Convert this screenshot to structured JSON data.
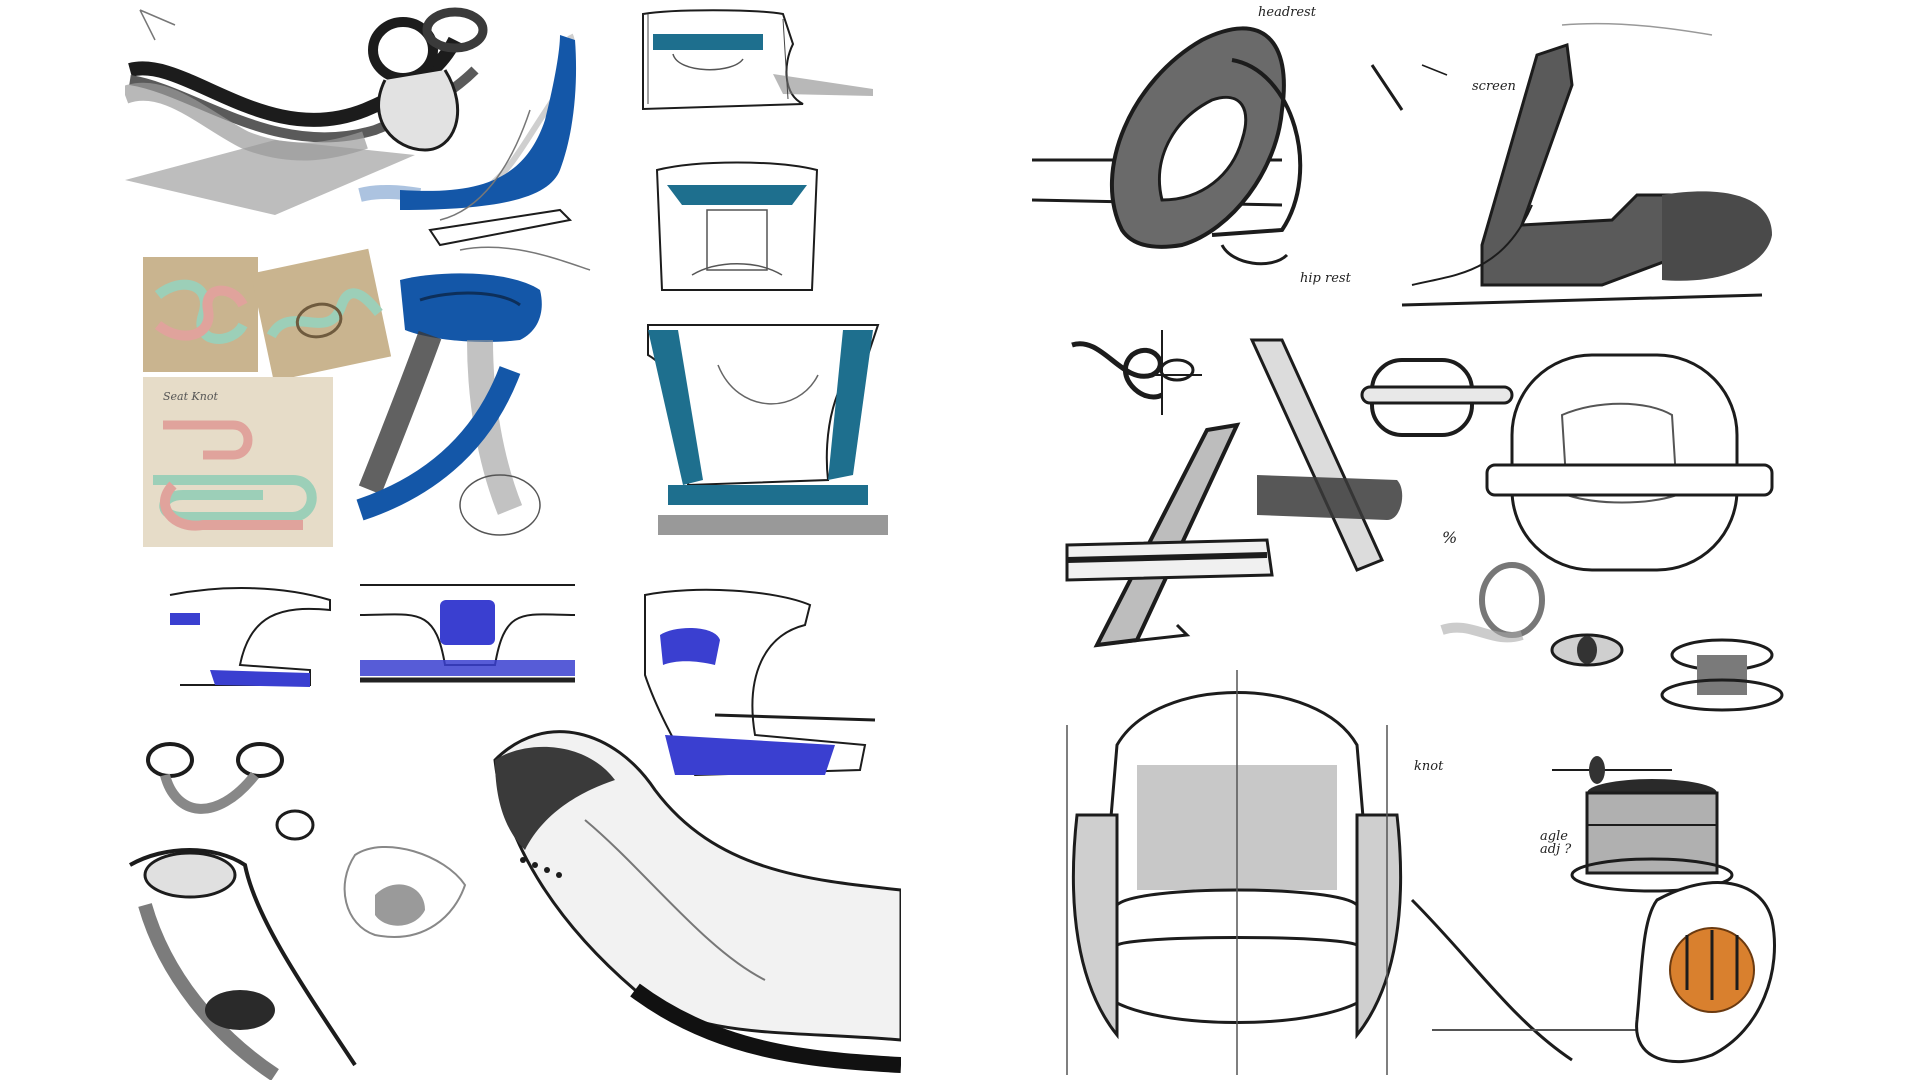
{
  "colors": {
    "ink": "#1c1c1c",
    "ink_light": "#6b6b6b",
    "marker_blue": "#1457a8",
    "marker_teal": "#1e6f8e",
    "marker_violet": "#3a3fd0",
    "marker_grey": "#8a8a8a",
    "paper_tan": "#c9b48f",
    "knot_orange": "#d9802e",
    "knot_pink": "#e0a39c",
    "knot_mint": "#9ccfb8"
  },
  "left_board": {
    "sketches": [
      "knotted-hammock-seat",
      "blue-lounge-chair",
      "teal-seat-front-view",
      "teal-seat-top-view",
      "knot-study-photos",
      "blue-knot-closeup",
      "teal-frame-seat",
      "violet-seat-side",
      "violet-seat-front",
      "violet-seat-three-quarter",
      "knot-detail-studies",
      "large-seat-closeup"
    ],
    "paper_note": "Seat Knot"
  },
  "right_board": {
    "annotations": {
      "headrest": "headrest",
      "screen": "screen",
      "hip_rest": "hip rest",
      "knot": "knot",
      "angle_question": "agle\nadj ?",
      "percent": "%"
    }
  }
}
